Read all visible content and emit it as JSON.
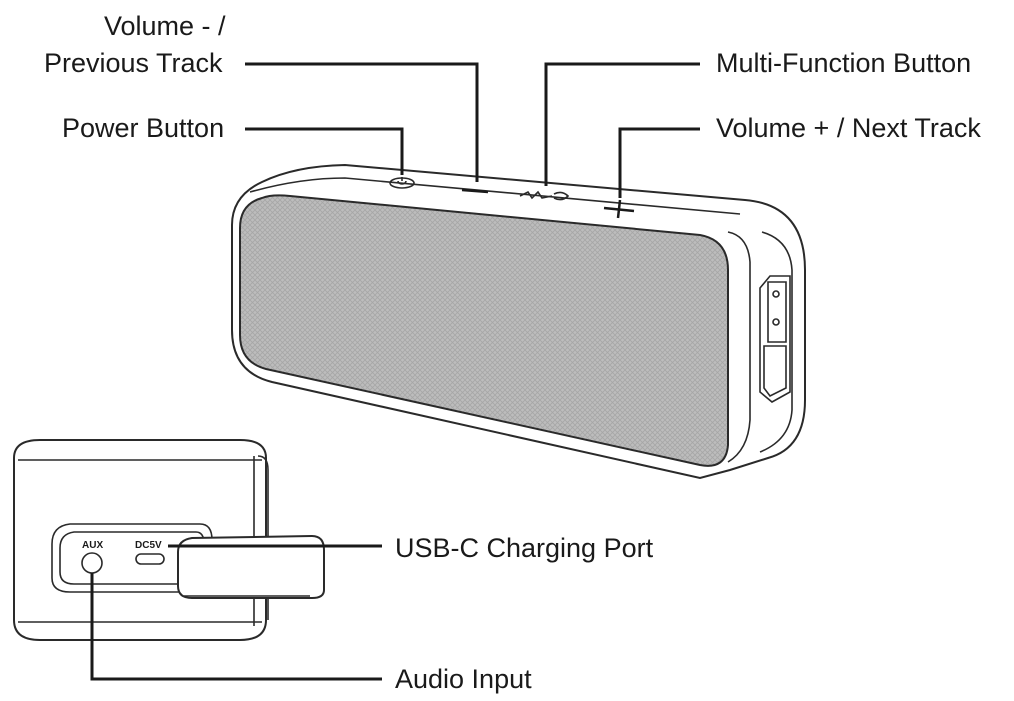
{
  "labels": {
    "volume_minus_line1": "Volume - /",
    "volume_minus_line2": "Previous Track",
    "power_button": "Power Button",
    "multi_function_button": "Multi-Function Button",
    "volume_plus": "Volume + / Next Track",
    "usb_c_port": "USB-C Charging Port",
    "audio_input": "Audio Input"
  },
  "port_markings": {
    "aux": "AUX",
    "dc": "DC5V"
  }
}
